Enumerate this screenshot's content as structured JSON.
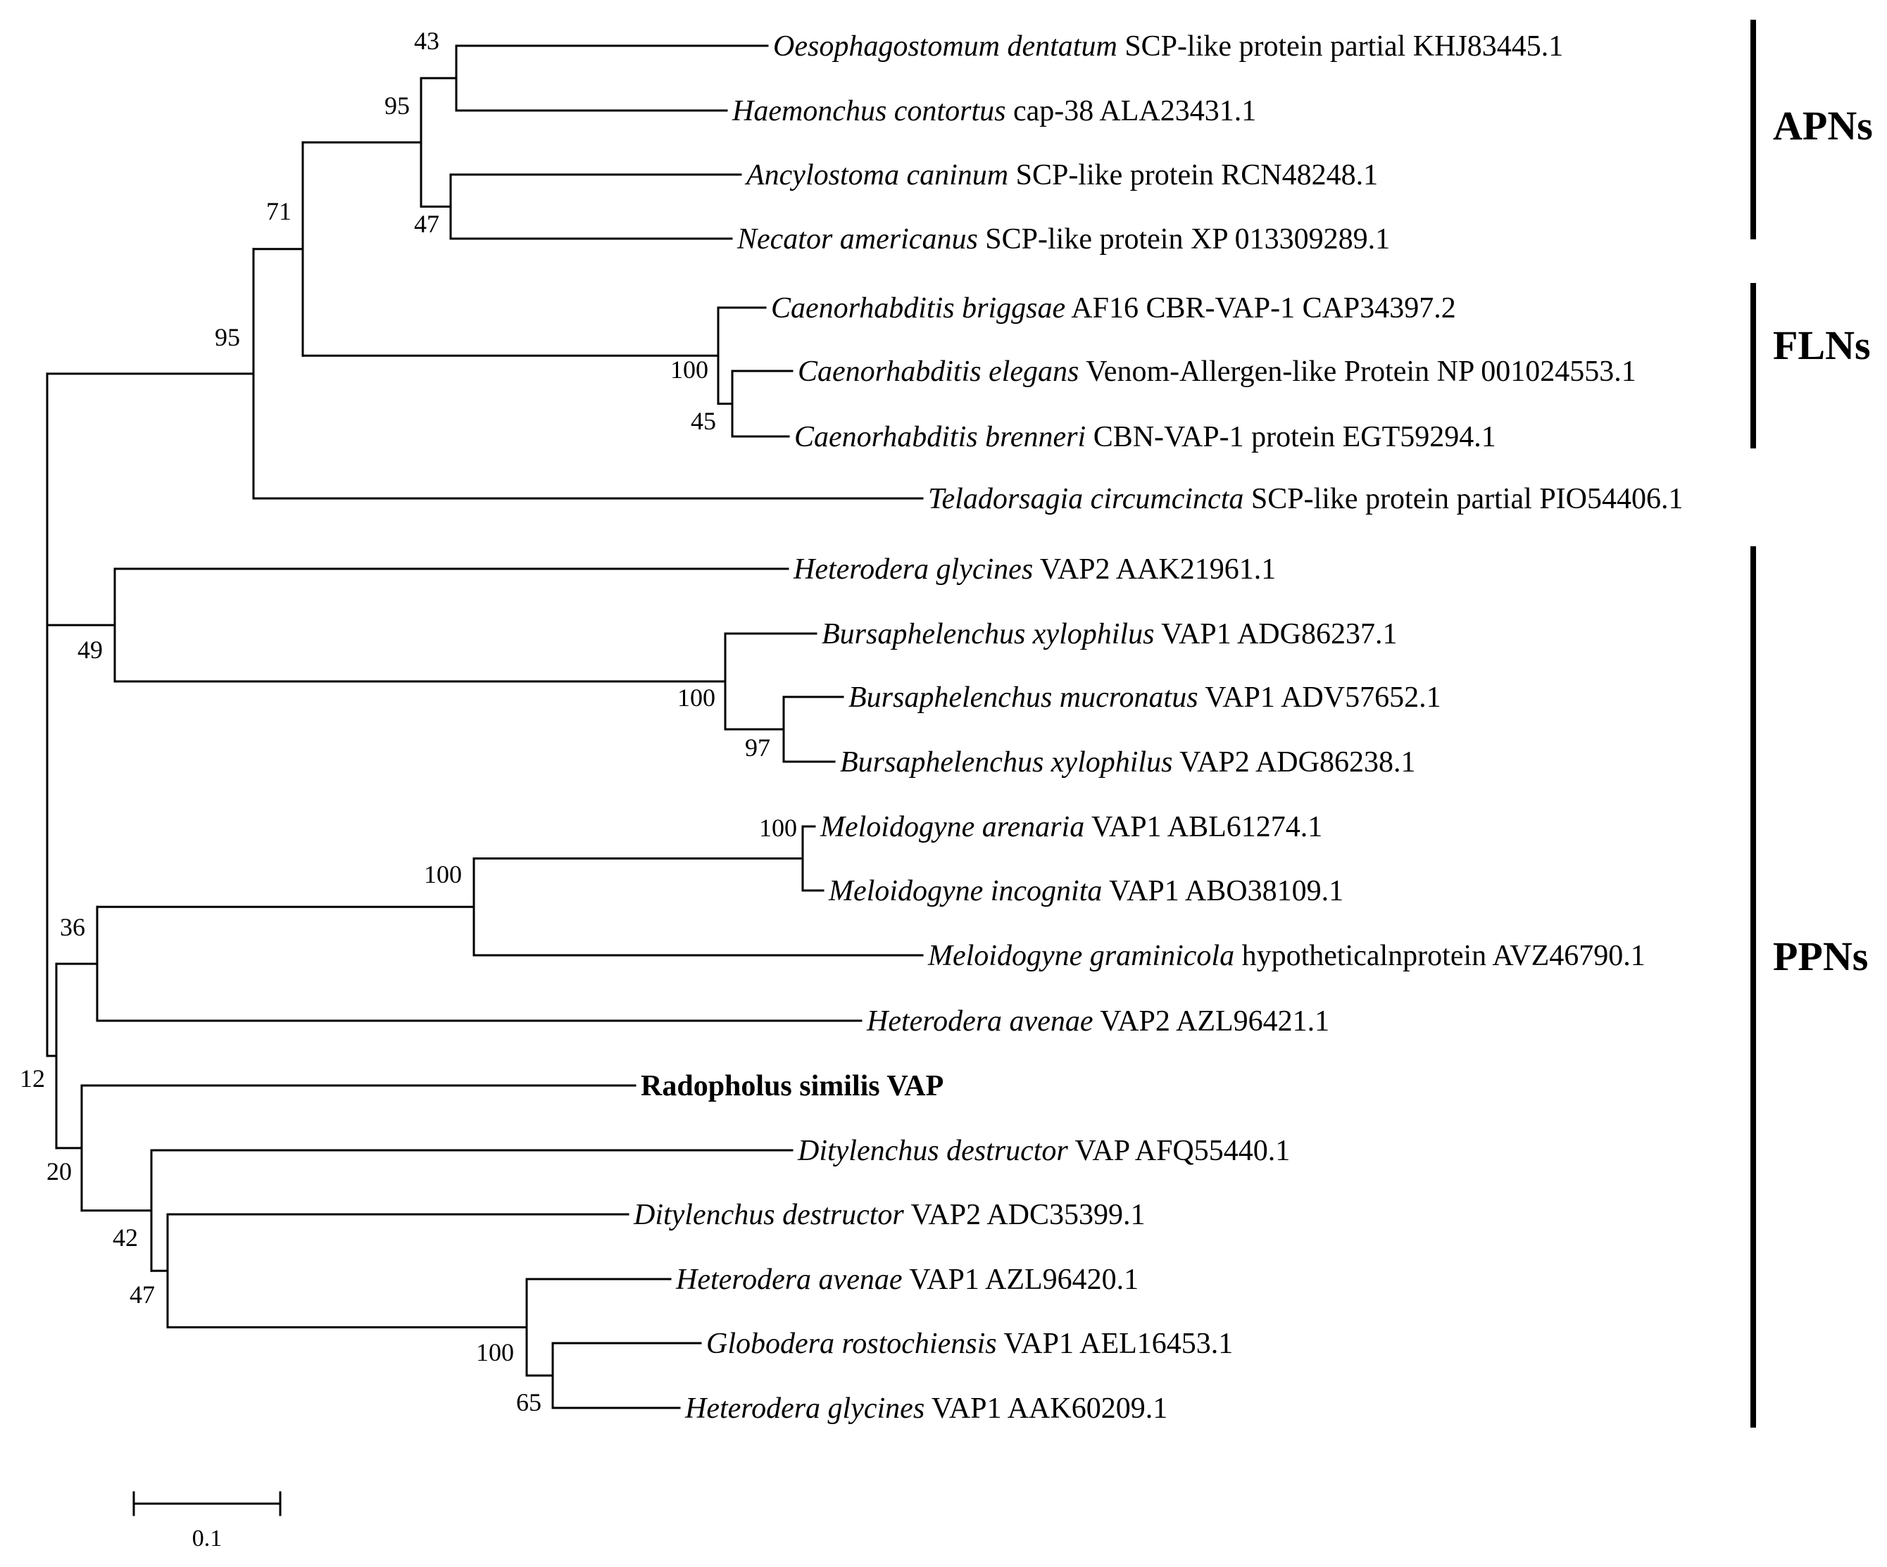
{
  "tree": {
    "taxa": [
      {
        "id": "t1",
        "species": "Oesophagostomum dentatum",
        "description": "SCP-like protein partial KHJ83445.1"
      },
      {
        "id": "t2",
        "species": "Haemonchus contortus",
        "description": "cap-38 ALA23431.1"
      },
      {
        "id": "t3",
        "species": "Ancylostoma caninum",
        "description": "SCP-like protein RCN48248.1"
      },
      {
        "id": "t4",
        "species": "Necator americanus",
        "description": "SCP-like protein  XP 013309289.1"
      },
      {
        "id": "t5",
        "species": "Caenorhabditis briggsae",
        "description": "AF16 CBR-VAP-1 CAP34397.2"
      },
      {
        "id": "t6",
        "species": "Caenorhabditis elegans",
        "description": "Venom-Allergen-like Protein NP 001024553.1"
      },
      {
        "id": "t7",
        "species": "Caenorhabditis brenneri",
        "description": "CBN-VAP-1 protein EGT59294.1"
      },
      {
        "id": "t8",
        "species": "Teladorsagia circumcincta",
        "description": "SCP-like protein partial PIO54406.1"
      },
      {
        "id": "t9",
        "species": "Heterodera glycines",
        "description": "VAP2 AAK21961.1"
      },
      {
        "id": "t10",
        "species": "Bursaphelenchus xylophilus",
        "description": "VAP1 ADG86237.1"
      },
      {
        "id": "t11",
        "species": "Bursaphelenchus mucronatus",
        "description": "VAP1 ADV57652.1"
      },
      {
        "id": "t12",
        "species": "Bursaphelenchus xylophilus",
        "description": "VAP2 ADG86238.1"
      },
      {
        "id": "t13",
        "species": "Meloidogyne arenaria",
        "description": "VAP1 ABL61274.1"
      },
      {
        "id": "t14",
        "species": "Meloidogyne incognita",
        "description": "VAP1 ABO38109.1"
      },
      {
        "id": "t15",
        "species": "Meloidogyne graminicola",
        "description": "hypotheticalnprotein AVZ46790.1"
      },
      {
        "id": "t16",
        "species": "Heterodera avenae",
        "description": "VAP2 AZL96421.1"
      },
      {
        "id": "t17",
        "species": "Radopholus similis VAP",
        "description": "",
        "bold": true
      },
      {
        "id": "t18",
        "species": "Ditylenchus destructor",
        "description": "VAP AFQ55440.1"
      },
      {
        "id": "t19",
        "species": "Ditylenchus destructor",
        "description": "VAP2 ADC35399.1"
      },
      {
        "id": "t20",
        "species": "Heterodera avenae",
        "description": "VAP1 AZL96420.1"
      },
      {
        "id": "t21",
        "species": "Globodera rostochiensis",
        "description": "VAP1 AEL16453.1"
      },
      {
        "id": "t22",
        "species": "Heterodera glycines",
        "description": "VAP1 AAK60209.1"
      }
    ],
    "support_values": [
      {
        "node": "n43",
        "value": "43"
      },
      {
        "node": "n95a",
        "value": "95"
      },
      {
        "node": "n47a",
        "value": "47"
      },
      {
        "node": "n71",
        "value": "71"
      },
      {
        "node": "n95b",
        "value": "95"
      },
      {
        "node": "n100a",
        "value": "100"
      },
      {
        "node": "n45",
        "value": "45"
      },
      {
        "node": "n49",
        "value": "49"
      },
      {
        "node": "n100b",
        "value": "100"
      },
      {
        "node": "n97",
        "value": "97"
      },
      {
        "node": "n100c",
        "value": "100"
      },
      {
        "node": "n100d",
        "value": "100"
      },
      {
        "node": "n36",
        "value": "36"
      },
      {
        "node": "n12",
        "value": "12"
      },
      {
        "node": "n20",
        "value": "20"
      },
      {
        "node": "n42",
        "value": "42"
      },
      {
        "node": "n47b",
        "value": "47"
      },
      {
        "node": "n100e",
        "value": "100"
      },
      {
        "node": "n65",
        "value": "65"
      }
    ],
    "clades": [
      {
        "id": "apn",
        "name": "APNs",
        "members": [
          "t1",
          "t2",
          "t3",
          "t4"
        ]
      },
      {
        "id": "fln",
        "name": "FLNs",
        "members": [
          "t5",
          "t6",
          "t7"
        ]
      },
      {
        "id": "ppn",
        "name": "PPNs",
        "members": [
          "t9",
          "t10",
          "t11",
          "t12",
          "t13",
          "t14",
          "t15",
          "t16",
          "t17",
          "t18",
          "t19",
          "t20",
          "t21",
          "t22"
        ]
      }
    ],
    "scale_bar": {
      "label": "0.1",
      "length": 0.1
    }
  }
}
